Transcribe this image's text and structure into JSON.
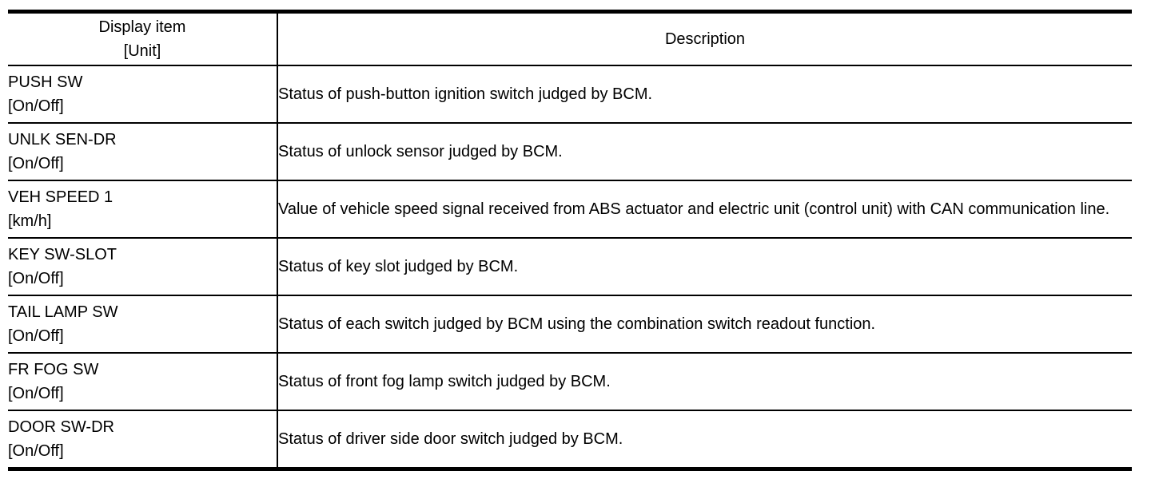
{
  "table": {
    "header": {
      "col1_line1": "Display item",
      "col1_line2": "[Unit]",
      "col2": "Description"
    },
    "rows": [
      {
        "item": "PUSH SW",
        "unit": "[On/Off]",
        "description": "Status of push-button ignition switch judged by BCM."
      },
      {
        "item": "UNLK SEN-DR",
        "unit": "[On/Off]",
        "description": "Status of unlock sensor judged by BCM."
      },
      {
        "item": "VEH SPEED 1",
        "unit": "[km/h]",
        "description": "Value of vehicle speed signal received from ABS actuator and electric unit (control unit) with CAN communication line."
      },
      {
        "item": "KEY SW-SLOT",
        "unit": "[On/Off]",
        "description": "Status of key slot judged by BCM."
      },
      {
        "item": "TAIL LAMP SW",
        "unit": "[On/Off]",
        "description": "Status of each switch judged by BCM using the combination switch readout function."
      },
      {
        "item": "FR FOG SW",
        "unit": "[On/Off]",
        "description": "Status of front fog lamp switch judged by BCM."
      },
      {
        "item": "DOOR SW-DR",
        "unit": "[On/Off]",
        "description": "Status of driver side door switch judged by BCM."
      }
    ],
    "colors": {
      "border": "#000000",
      "background": "#ffffff",
      "text": "#000000"
    }
  }
}
